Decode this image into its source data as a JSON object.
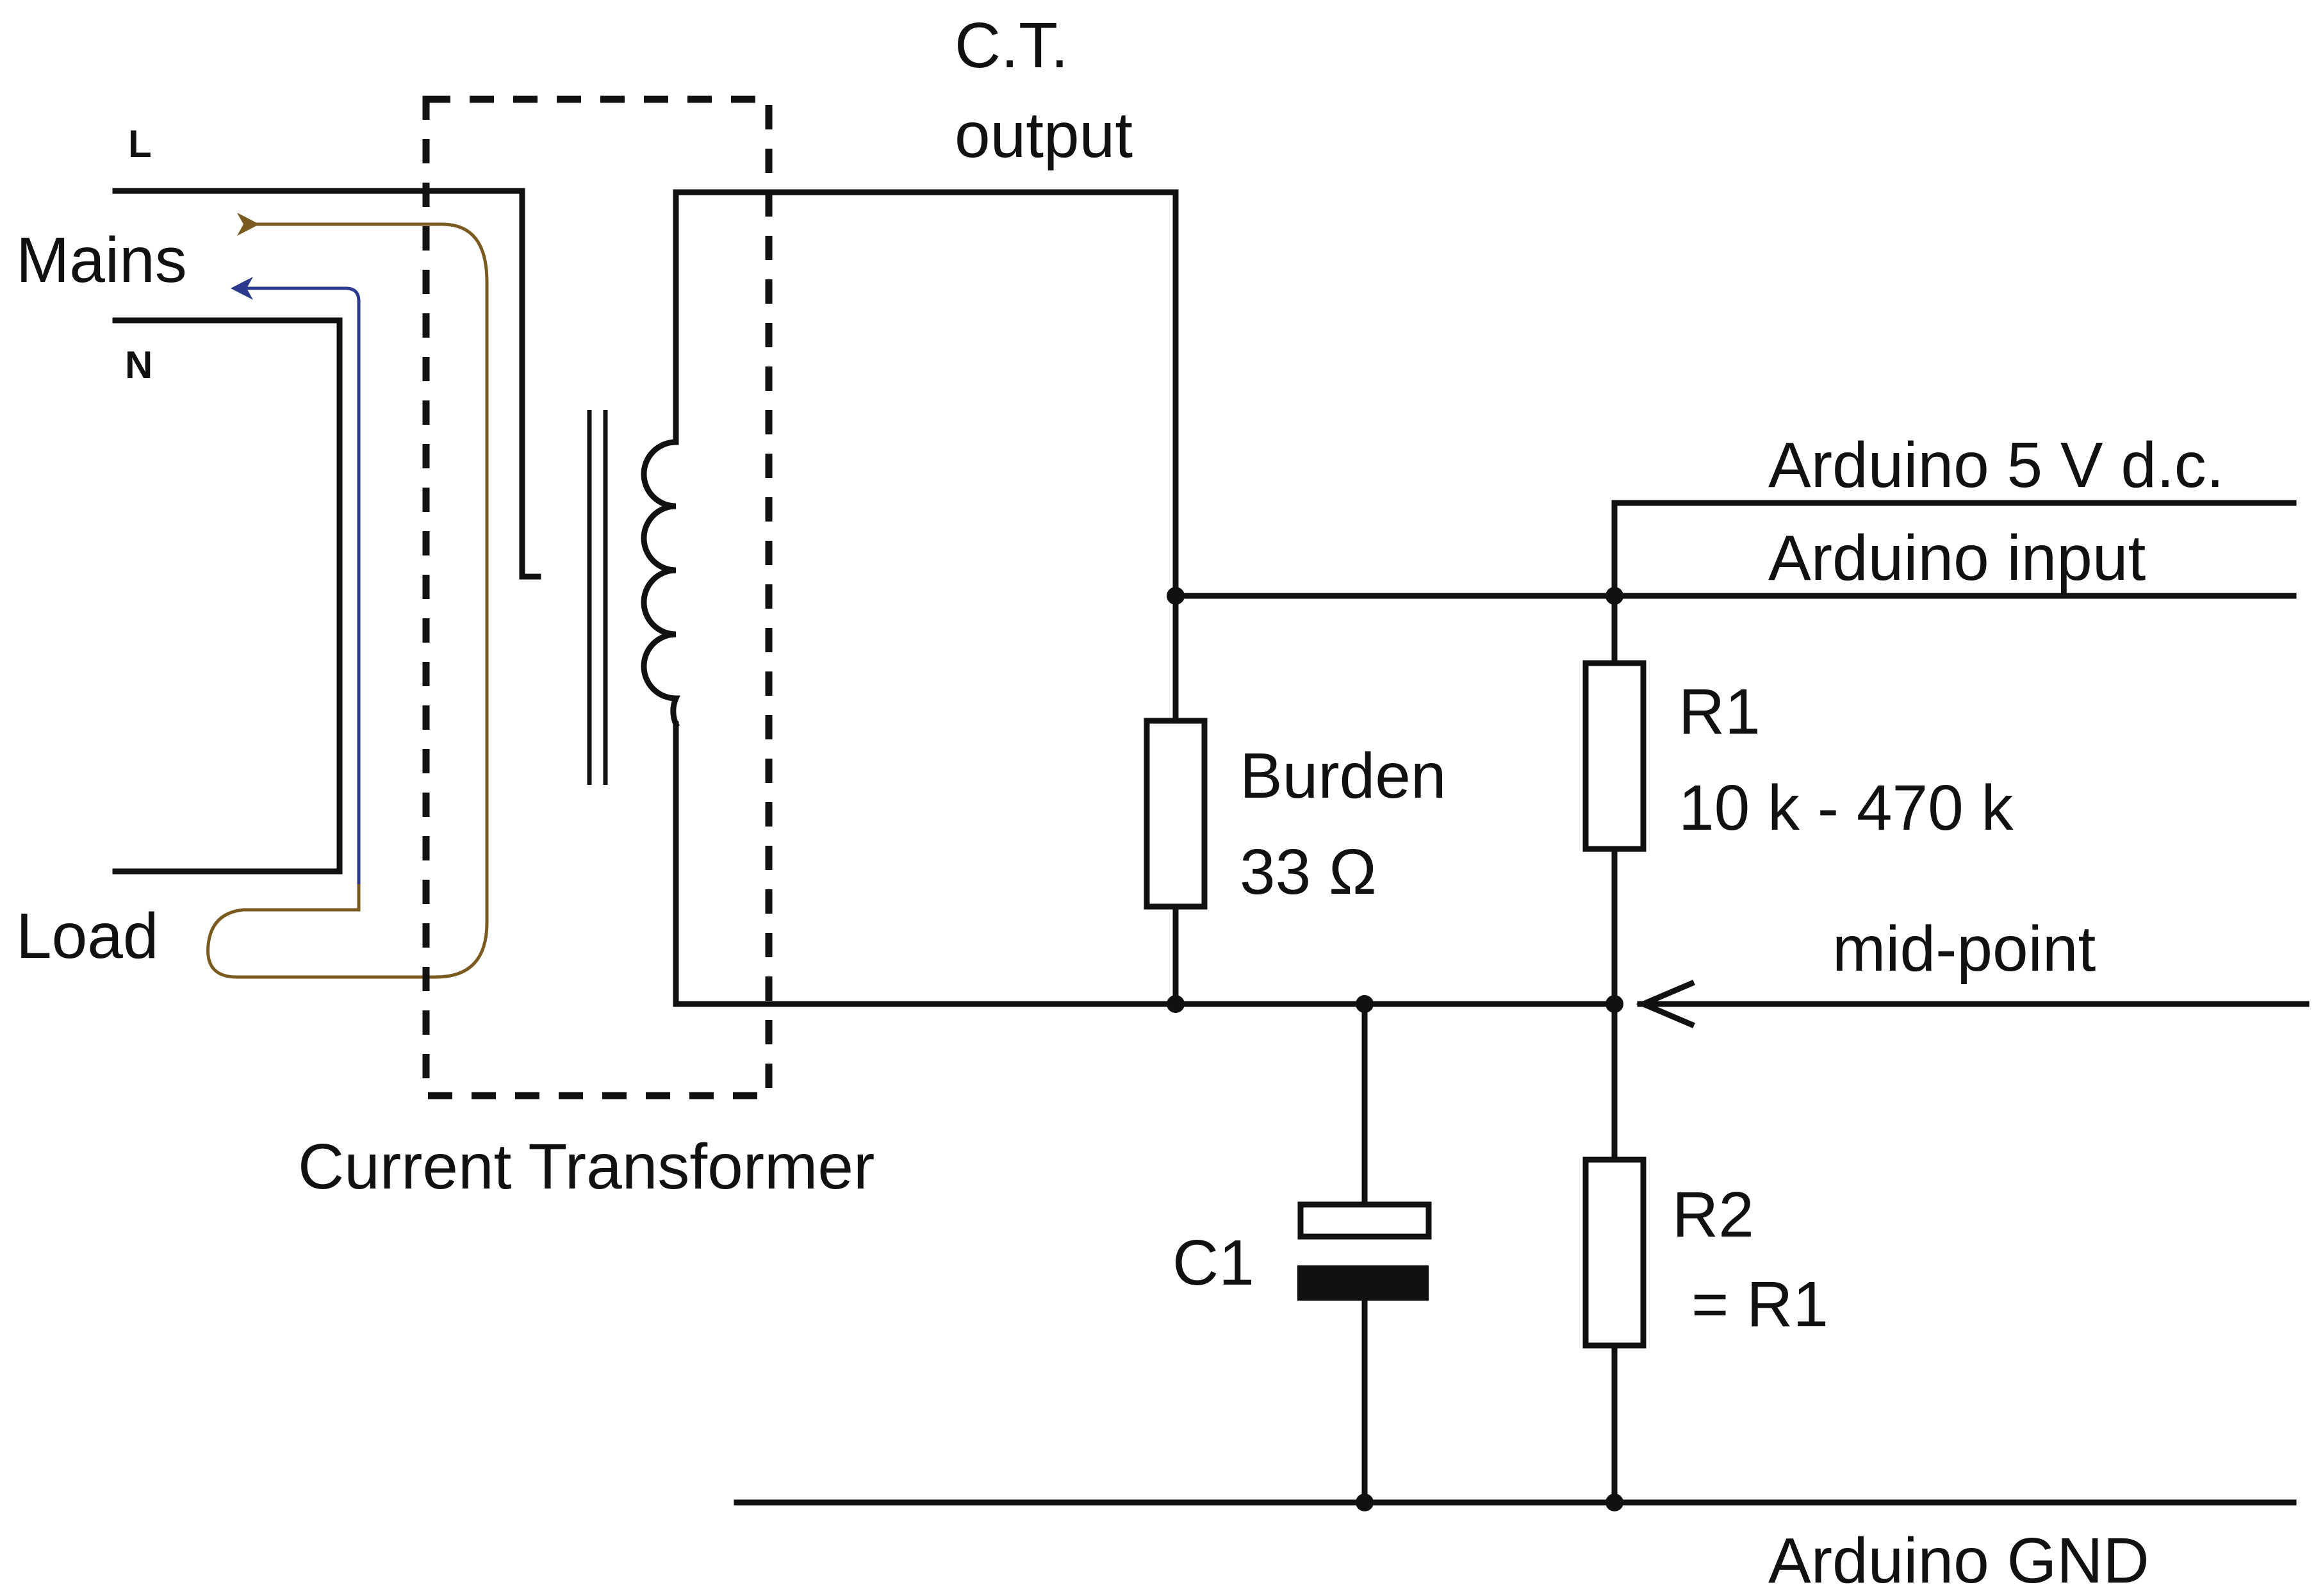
{
  "labels": {
    "ct_output_line1": "C.T.",
    "ct_output_line2": "output",
    "live": "L",
    "mains": "Mains",
    "neutral": "N",
    "load": "Load",
    "current_transformer": "Current Transformer",
    "burden_name": "Burden",
    "burden_value": "33 Ω",
    "r1_name": "R1",
    "r1_value": "10 k - 470 k",
    "r2_name": "R2",
    "r2_value": "= R1",
    "c1_name": "C1",
    "arduino_5v": "Arduino 5 V d.c.",
    "arduino_input": "Arduino input",
    "mid_point": "mid-point",
    "arduino_gnd": "Arduino GND"
  },
  "colors": {
    "line": "#111111",
    "current_flow_blue": "#2b3a8c",
    "current_flow_brown": "#7a5a1e",
    "background": "#ffffff"
  }
}
